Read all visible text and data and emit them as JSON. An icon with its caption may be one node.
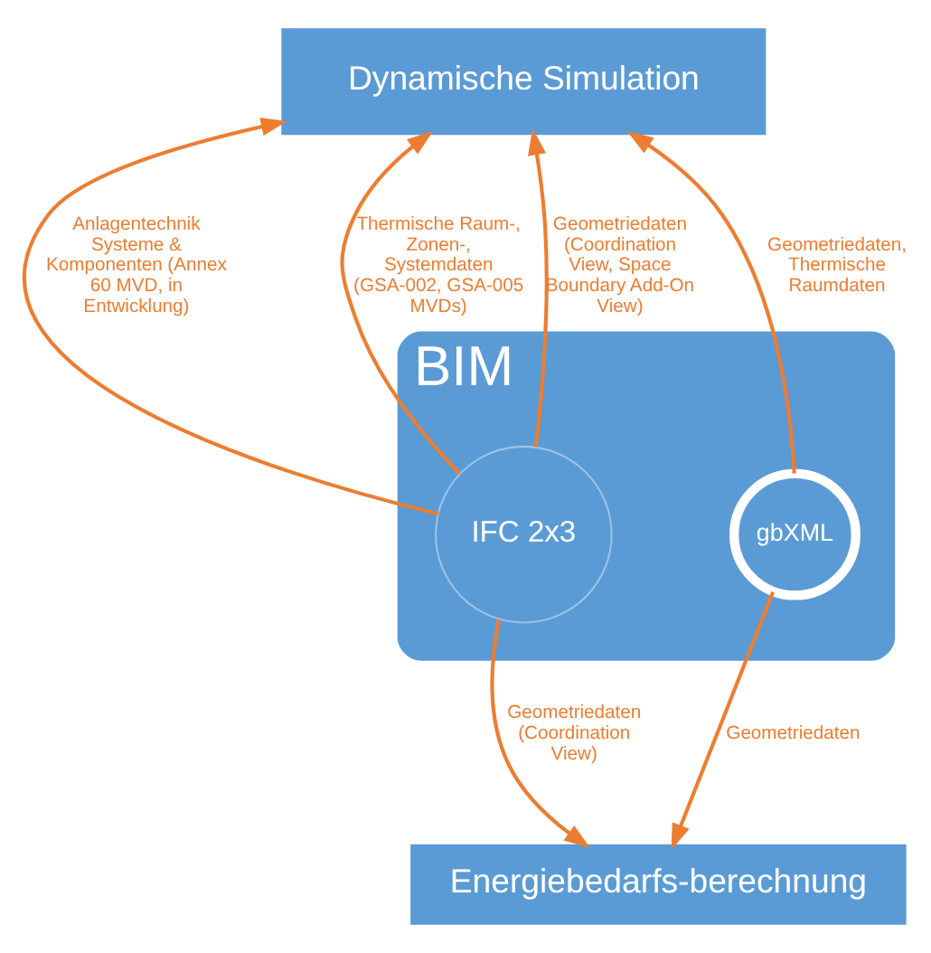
{
  "diagram": {
    "nodes": [
      {
        "text": [
          "Dynamische Simulation"
        ]
      },
      {
        "text": [
          "BIM"
        ]
      },
      {
        "text": [
          "IFC 2x3"
        ],
        "in": 1
      },
      {
        "text": [
          "gbXML"
        ],
        "in": 1
      },
      {
        "text": [
          "Energiebedarfs-berechnung"
        ]
      }
    ],
    "edges": [
      {
        "from": 2,
        "to": 0,
        "arrow": "to",
        "label": "Anlagentechnik Systeme & Komponenten (Annex 60 MVD, in Entwicklung)"
      },
      {
        "from": 2,
        "to": 0,
        "arrow": "to",
        "label": "Thermische Raum-, Zonen-, Systemdaten (GSA-002, GSA-005 MVDs)"
      },
      {
        "from": 2,
        "to": 0,
        "arrow": "to",
        "label": "Geometriedaten (Coordination View, Space Boundary Add-On View)"
      },
      {
        "from": 3,
        "to": 0,
        "arrow": "to",
        "label": "Geometriedaten, Thermische Raumdaten"
      },
      {
        "from": 2,
        "to": 4,
        "arrow": "to",
        "label": "Geometriedaten (Coordination View)"
      },
      {
        "from": 3,
        "to": 4,
        "arrow": "to",
        "label": "Geometriedaten"
      }
    ]
  }
}
